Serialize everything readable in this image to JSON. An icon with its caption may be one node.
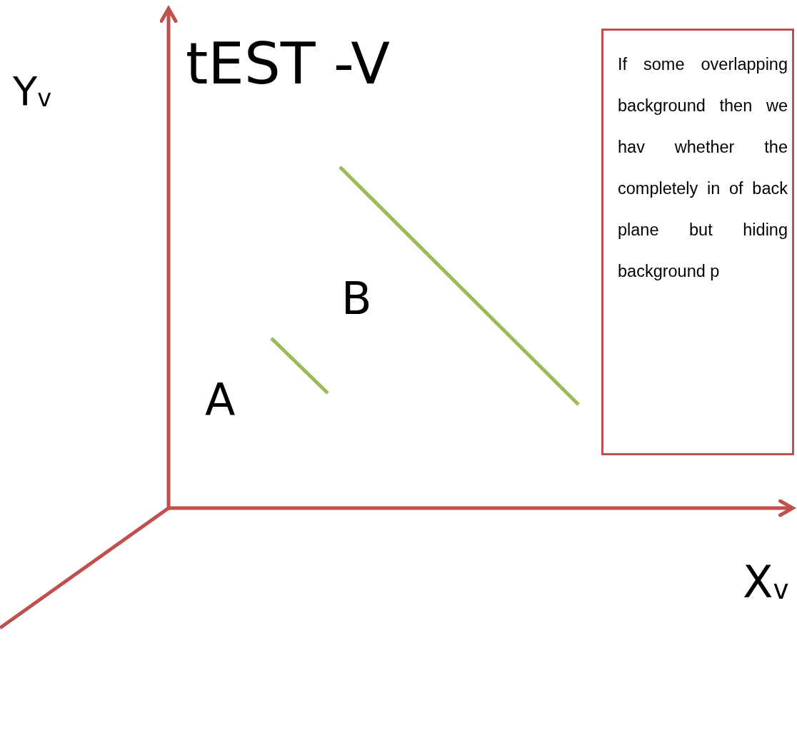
{
  "diagram": {
    "title": "tEST -V",
    "nodes": [
      {
        "text": [
          "If some overlapping background then we hav whether the completely in of back plane but hiding background p"
        ]
      }
    ],
    "labels": [
      "Y$_{v}$",
      "B",
      "A",
      "X$_{v}$"
    ]
  }
}
